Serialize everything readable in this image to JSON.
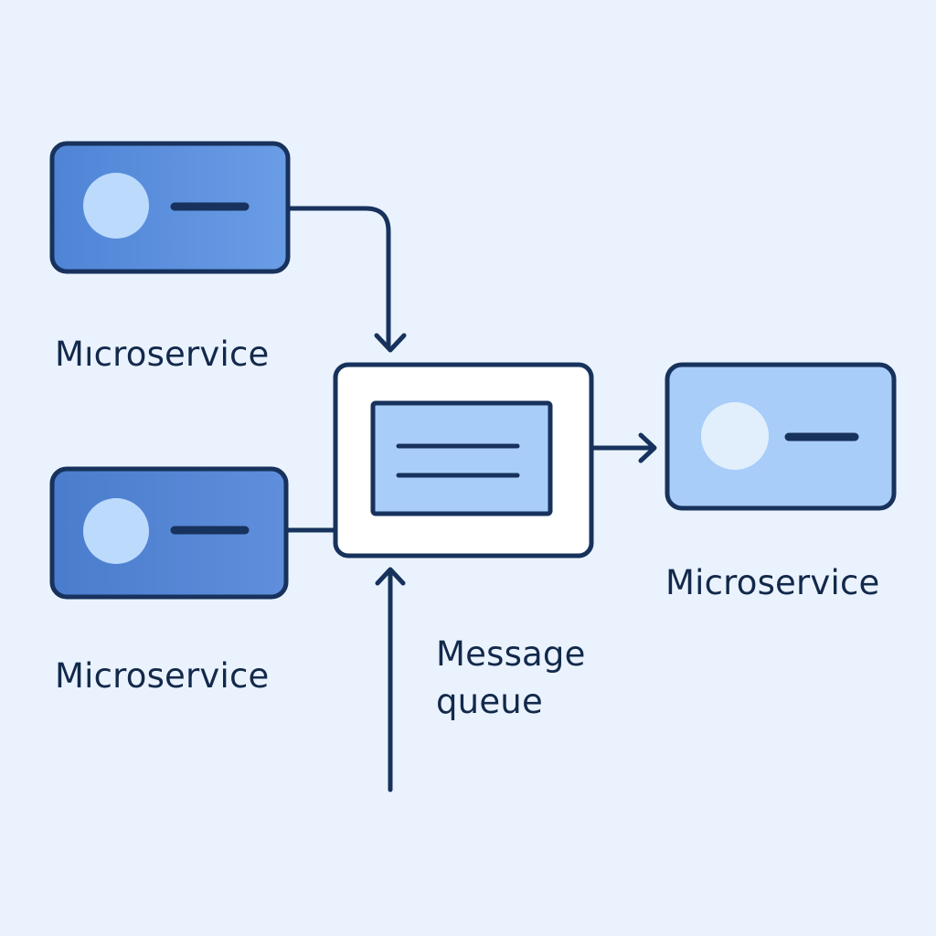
{
  "nodes": {
    "microservice_top": {
      "label": "Mıcroservice"
    },
    "microservice_bottom": {
      "label": "Microservice"
    },
    "microservice_right": {
      "label": "Microservice"
    },
    "message_queue": {
      "label_line1": "Message",
      "label_line2": "queue"
    }
  },
  "edges": [
    {
      "from": "microservice_top",
      "to": "message_queue"
    },
    {
      "from": "microservice_bottom",
      "to": "message_queue"
    },
    {
      "from": "message_queue",
      "to": "microservice_right"
    },
    {
      "from": "bottom-input",
      "to": "message_queue"
    }
  ],
  "colors": {
    "background": "#eaf3fd",
    "outline": "#17325c",
    "service_dark_fill": "#5a8fdc",
    "service_light_fill": "#a8cdf8",
    "avatar_fill": "#bcdafc",
    "queue_panel_fill": "#ffffff",
    "queue_inner_fill": "#a8cdf8"
  },
  "icons": [
    "avatar-icon",
    "dash-icon",
    "arrow-icon",
    "message-lines-icon"
  ]
}
